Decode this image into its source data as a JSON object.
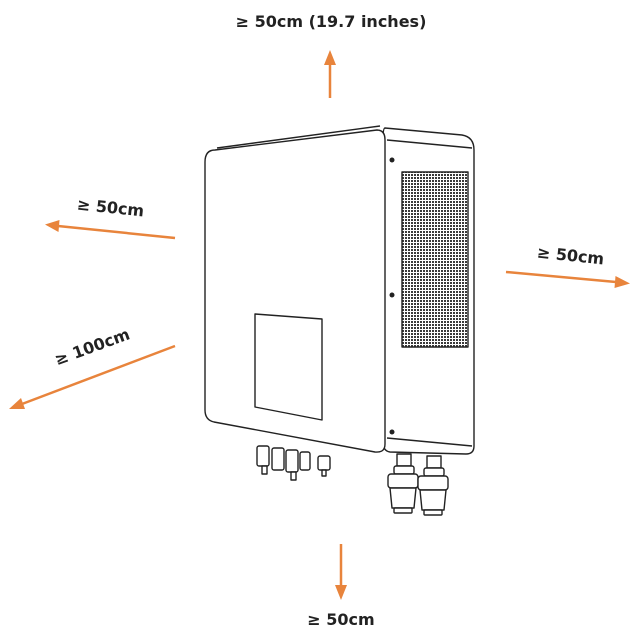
{
  "labels": {
    "top": "≥ 50cm (19.7 inches)",
    "left": "≥ 50cm",
    "right": "≥ 50cm",
    "front": "≥ 100cm",
    "bottom": "≥ 50cm"
  },
  "colors": {
    "arrow": "#E8843C",
    "outline": "#222222",
    "vent": "#3a3a3a",
    "background": "#ffffff"
  },
  "icons": {
    "device": "inverter-icon",
    "arrow": "arrow-icon"
  }
}
